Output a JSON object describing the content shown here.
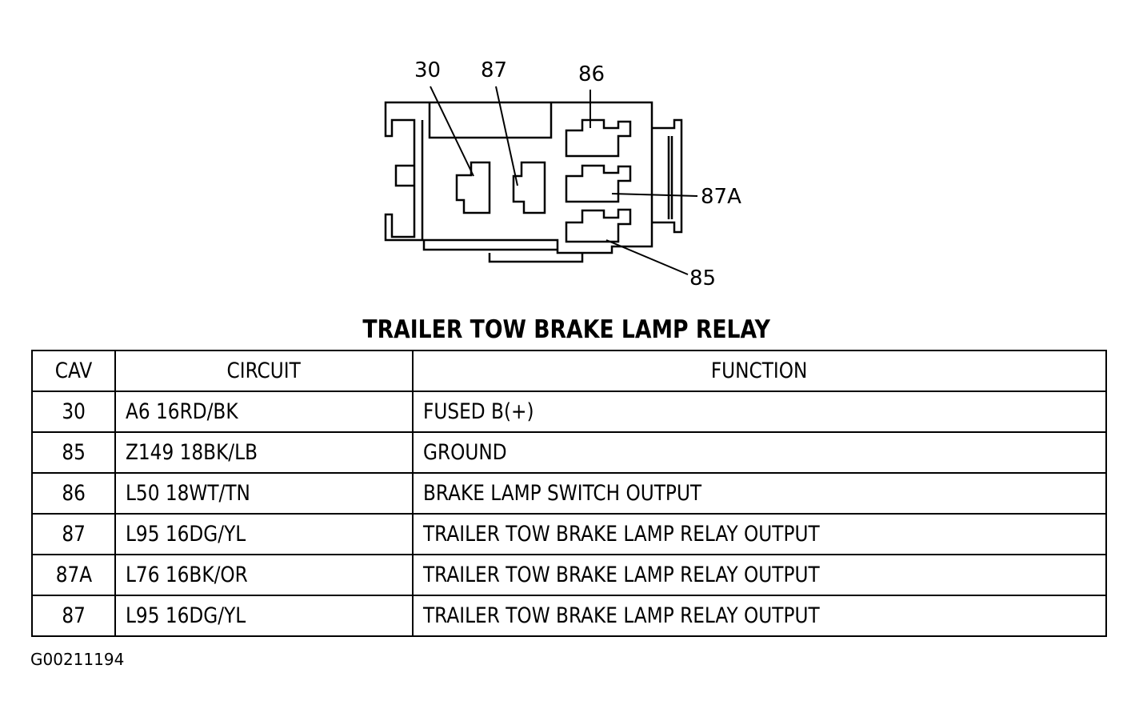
{
  "diagram": {
    "pin_labels": {
      "p30": "30",
      "p87": "87",
      "p86": "86",
      "p87a": "87A",
      "p85": "85"
    }
  },
  "title": "TRAILER TOW BRAKE LAMP RELAY",
  "table": {
    "headers": {
      "cav": "CAV",
      "circuit": "CIRCUIT",
      "function": "FUNCTION"
    },
    "rows": [
      {
        "cav": "30",
        "circuit": "A6 16RD/BK",
        "function": "FUSED B(+)"
      },
      {
        "cav": "85",
        "circuit": "Z149 18BK/LB",
        "function": "GROUND"
      },
      {
        "cav": "86",
        "circuit": "L50 18WT/TN",
        "function": "BRAKE LAMP SWITCH OUTPUT"
      },
      {
        "cav": "87",
        "circuit": "L95 16DG/YL",
        "function": "TRAILER TOW BRAKE LAMP RELAY OUTPUT"
      },
      {
        "cav": "87A",
        "circuit": "L76 16BK/OR",
        "function": "TRAILER TOW BRAKE LAMP RELAY OUTPUT"
      },
      {
        "cav": "87",
        "circuit": "L95 16DG/YL",
        "function": "TRAILER TOW BRAKE LAMP RELAY OUTPUT"
      }
    ]
  },
  "figure_id": "G00211194"
}
